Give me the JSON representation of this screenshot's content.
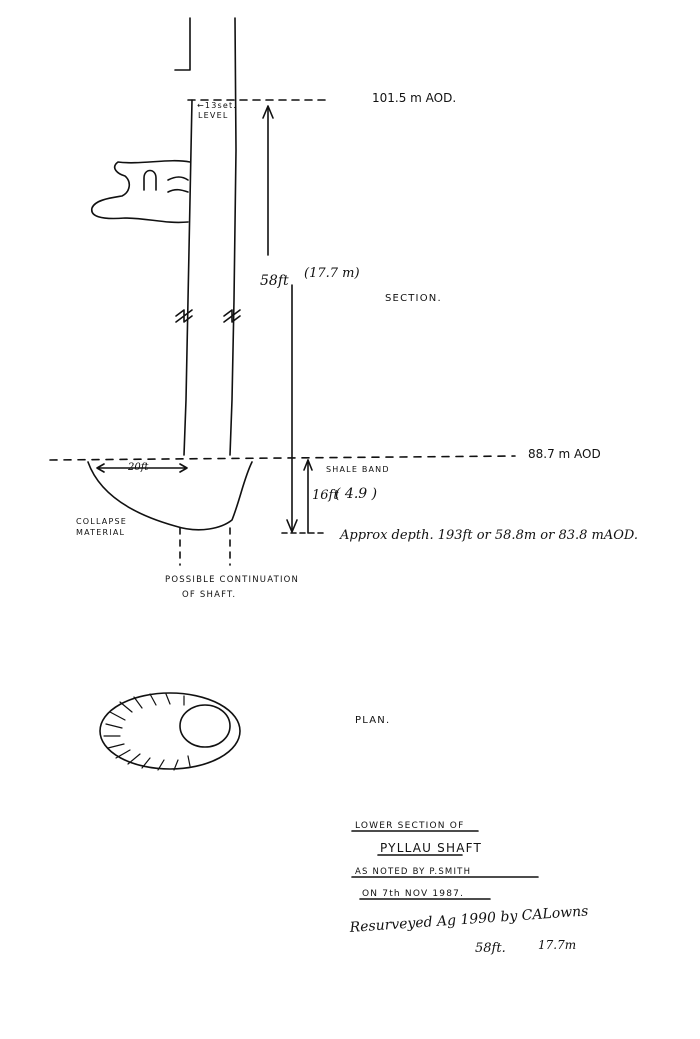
{
  "section": {
    "level_label_line1": "←13set.",
    "level_label_line2": "LEVEL",
    "top_datum": "101.5 m AOD.",
    "depth_upper": "58ft",
    "depth_upper_metric": "(17.7 m)",
    "section_heading": "SECTION.",
    "shale_band": "SHALE BAND",
    "shale_datum": "88.7 m AOD",
    "width_label": "20ft",
    "band_depth": "16ft",
    "band_depth_metric": "( 4.9 )",
    "collapse_line1": "COLLAPSE",
    "collapse_line2": "MATERIAL",
    "approx_depth": "Approx depth. 193ft or 58.8m or 83.8 mAOD.",
    "continuation_line1": "POSSIBLE CONTINUATION",
    "continuation_line2": "OF SHAFT."
  },
  "plan": {
    "heading": "PLAN."
  },
  "title_block": {
    "line1": "LOWER SECTION OF",
    "line2": "PYLLAU SHAFT",
    "line3": "AS NOTED BY P.SMITH",
    "line4": "ON 7th NOV 1987."
  },
  "resurvey": {
    "line1": "Resurveyed Ag 1990 by CALowns",
    "line2_ft": "58ft.",
    "line2_m": "17.7m"
  }
}
